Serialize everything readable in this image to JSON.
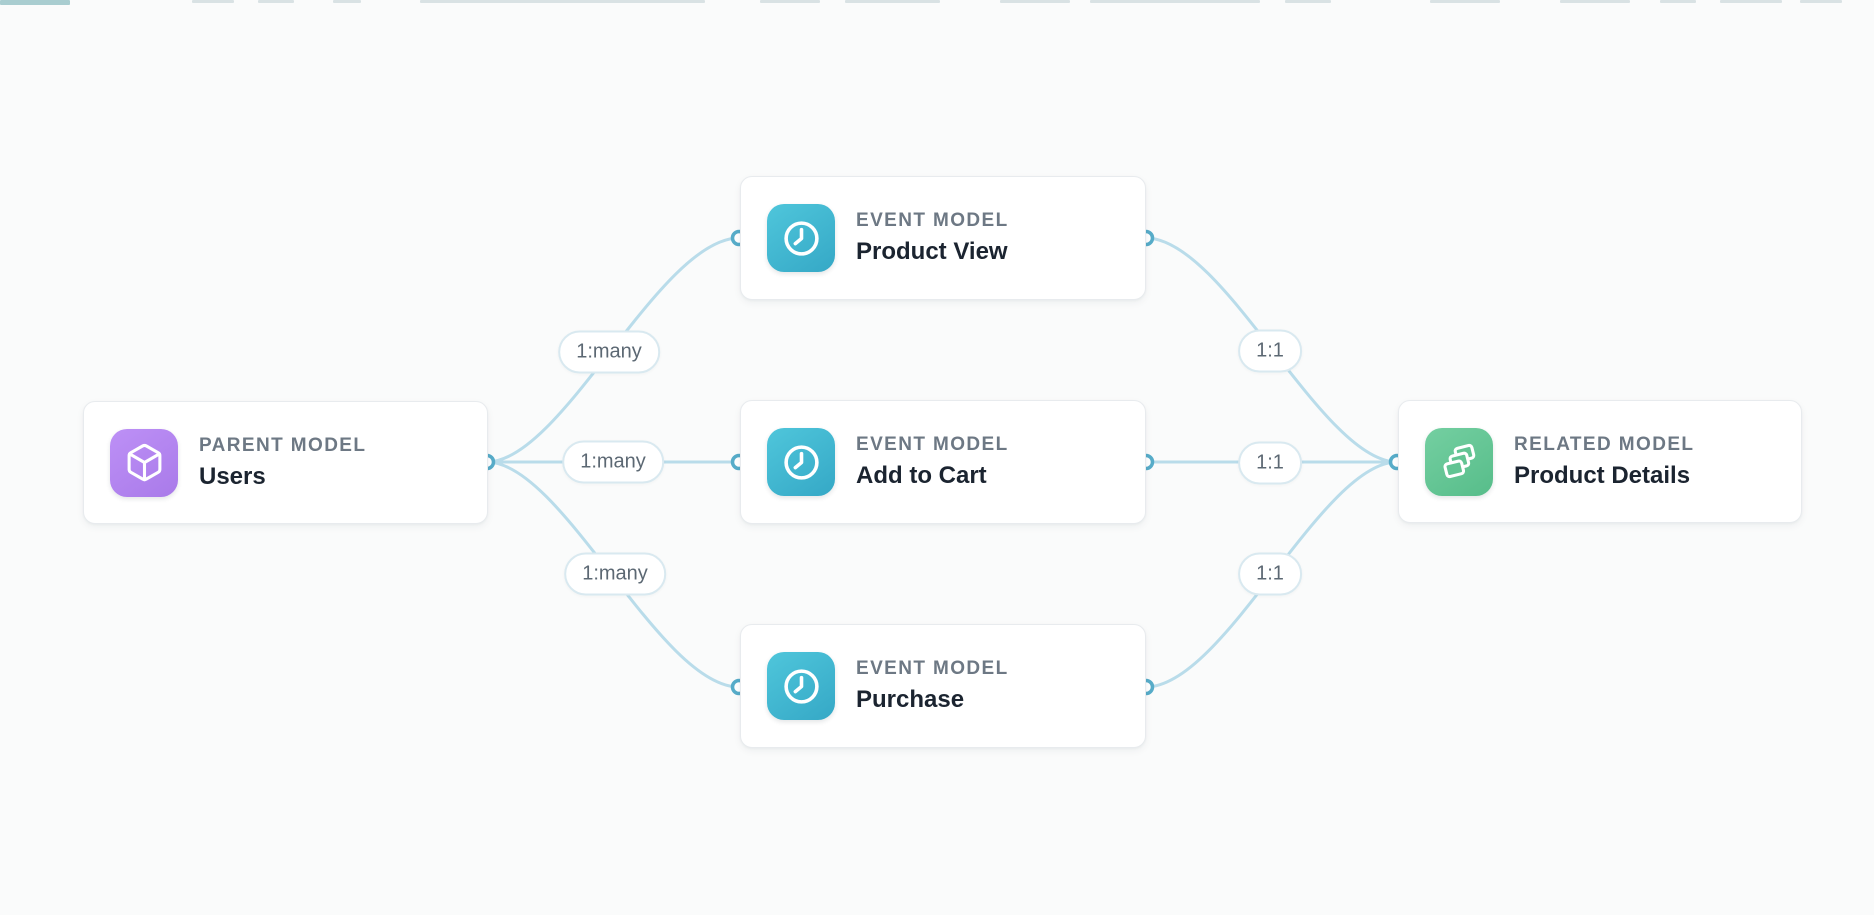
{
  "diagram": {
    "parent": {
      "category": "PARENT MODEL",
      "name": "Users",
      "icon": "cube-icon"
    },
    "events": [
      {
        "category": "EVENT MODEL",
        "name": "Product View",
        "icon": "clock-icon"
      },
      {
        "category": "EVENT MODEL",
        "name": "Add to Cart",
        "icon": "clock-icon"
      },
      {
        "category": "EVENT MODEL",
        "name": "Purchase",
        "icon": "clock-icon"
      }
    ],
    "related": {
      "category": "RELATED MODEL",
      "name": "Product Details",
      "icon": "layers-icon"
    },
    "edges": [
      {
        "from": "Users",
        "to": "Product View",
        "label": "1:many"
      },
      {
        "from": "Users",
        "to": "Add to Cart",
        "label": "1:many"
      },
      {
        "from": "Users",
        "to": "Purchase",
        "label": "1:many"
      },
      {
        "from": "Product View",
        "to": "Product Details",
        "label": "1:1"
      },
      {
        "from": "Add to Cart",
        "to": "Product Details",
        "label": "1:1"
      },
      {
        "from": "Purchase",
        "to": "Product Details",
        "label": "1:1"
      }
    ],
    "colors": {
      "background": "#fafbfb",
      "card_border": "#e8ebee",
      "parent_icon_bg": "#b187f0",
      "event_icon_bg": "#3fb7d2",
      "related_icon_bg": "#65c695",
      "edge_line": "#b9dcea",
      "edge_dot_ring": "#57acc9",
      "category_text": "#6d7884",
      "name_text": "#1b2430",
      "pill_text": "#5c6873",
      "pill_border": "#d9e9f0"
    }
  }
}
